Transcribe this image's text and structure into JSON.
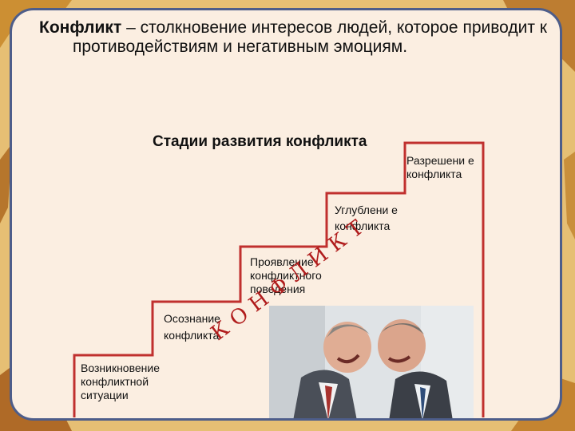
{
  "definition": {
    "term": "Конфликт",
    "text": " – столкновение интересов людей, которое приводит к противодействиям и негативным эмоциям."
  },
  "heading": "Стадии развития конфликта",
  "steps": [
    {
      "label": "Возникновение конфликтной ситуации"
    },
    {
      "label": "Осознание конфликта"
    },
    {
      "label": "Проявление конфликтного поведения"
    },
    {
      "label": "Углублени е конфликта"
    },
    {
      "label": "Разрешени е конфликта"
    }
  ],
  "image_word": "КОНФЛИКТ",
  "colors": {
    "stair_line": "#c0302e",
    "frame": "#4d5d8a",
    "slide_bg": "#fbeee1",
    "word": "#b01c1c"
  }
}
